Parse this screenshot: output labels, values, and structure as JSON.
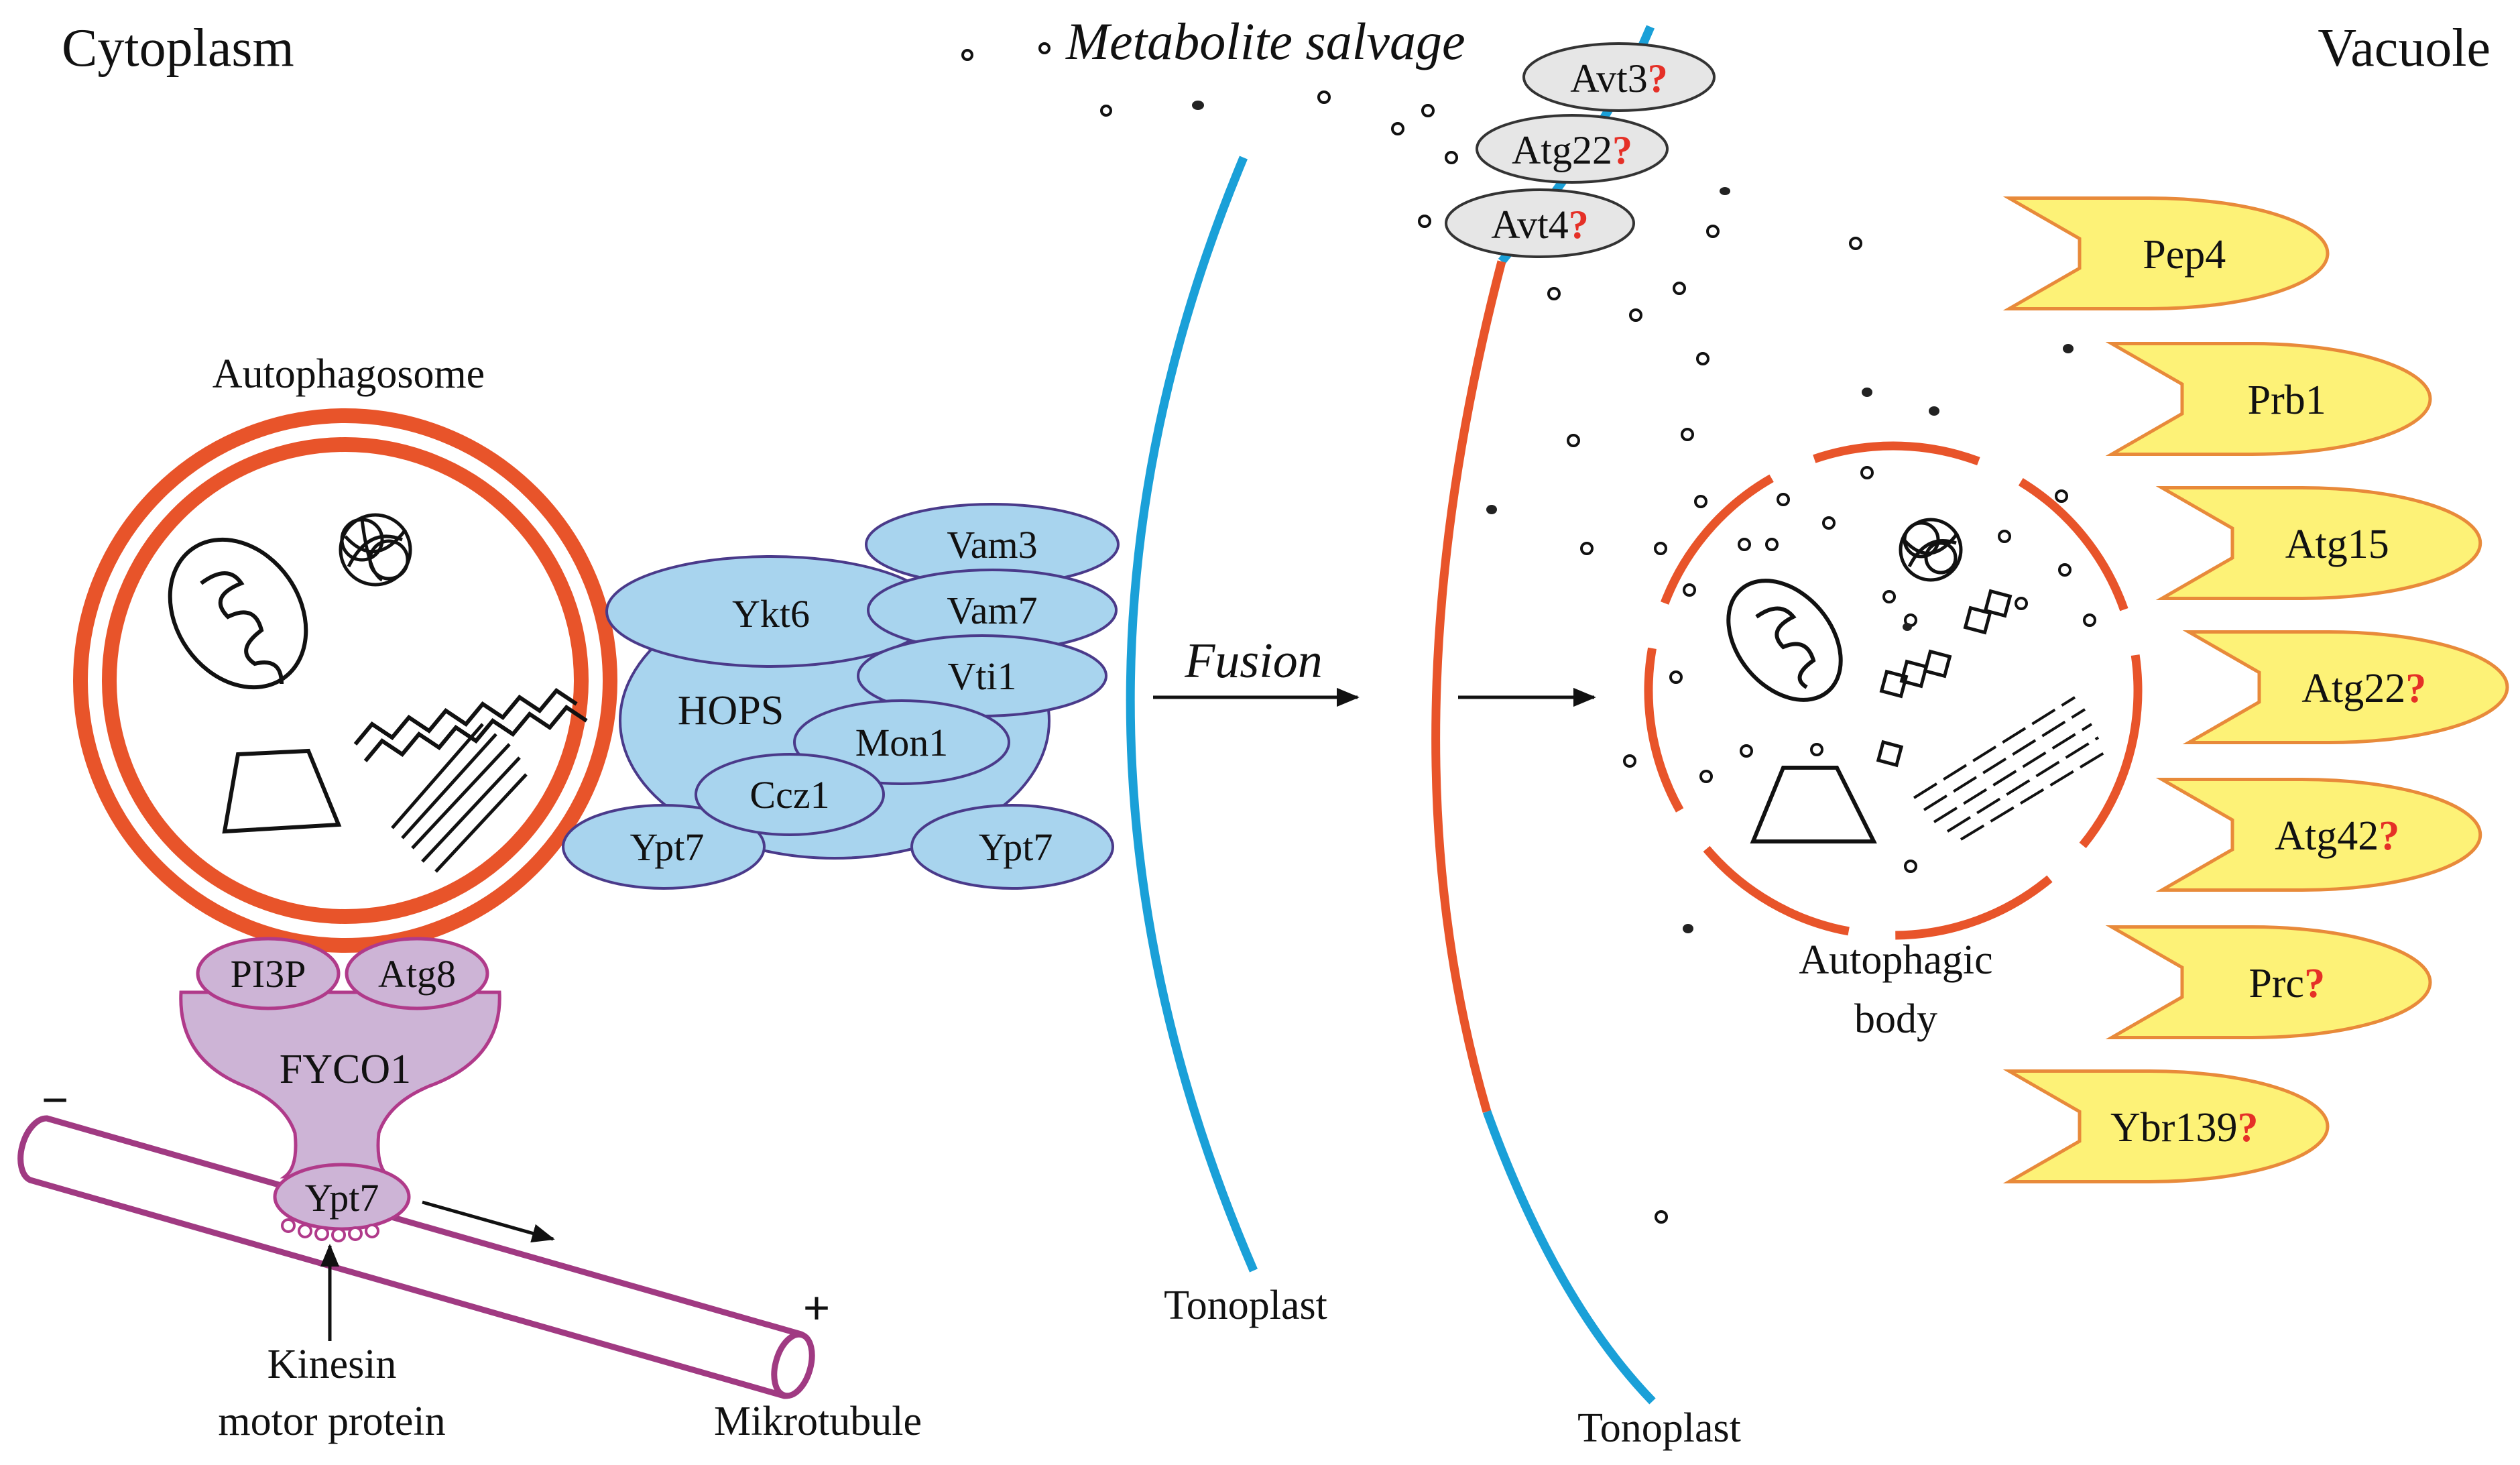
{
  "regions": {
    "left": "Cytoplasm",
    "right": "Vacuole"
  },
  "labels": {
    "autophagosome": "Autophagosome",
    "metabolite_salvage": "Metabolite salvage",
    "fusion": "Fusion",
    "tonoplast_left": "Tonoplast",
    "tonoplast_right": "Tonoplast",
    "autophagic_body_1": "Autophagic",
    "autophagic_body_2": "body",
    "kinesin_1": "Kinesin",
    "kinesin_2": "motor protein",
    "microtubule": "Mikrotubule",
    "minus": "−",
    "plus": "+",
    "question": "?"
  },
  "motor_complex": {
    "pi3p": "PI3P",
    "atg8": "Atg8",
    "fyco1": "FYCO1",
    "ypt7": "Ypt7"
  },
  "fusion_machinery": {
    "vam3": "Vam3",
    "ykt6": "Ykt6",
    "vam7": "Vam7",
    "vti1": "Vti1",
    "hops": "HOPS",
    "mon1": "Mon1",
    "ccz1": "Ccz1",
    "ypt7_left": "Ypt7",
    "ypt7_right": "Ypt7"
  },
  "transporters": [
    {
      "name": "Avt3",
      "uncertain": true
    },
    {
      "name": "Atg22",
      "uncertain": true
    },
    {
      "name": "Avt4",
      "uncertain": true
    }
  ],
  "hydrolases": [
    {
      "name": "Pep4",
      "uncertain": false
    },
    {
      "name": "Prb1",
      "uncertain": false
    },
    {
      "name": "Atg15",
      "uncertain": false
    },
    {
      "name": "Atg22",
      "uncertain": true
    },
    {
      "name": "Atg42",
      "uncertain": true
    },
    {
      "name": "Prc",
      "uncertain": true
    },
    {
      "name": "Ybr139",
      "uncertain": true
    }
  ],
  "colors": {
    "membrane_orange": "#e8542a",
    "tonoplast_blue": "#1aa0d8",
    "snare_fill": "#a8d4ee",
    "snare_stroke": "#4a3a8a",
    "motor_fill": "#cdb4d6",
    "motor_stroke": "#b03a8a",
    "microtubule": "#a03a82",
    "enzyme_fill": "#fdf277",
    "enzyme_stroke": "#e88a3a",
    "transporter_fill": "#e6e6e6",
    "question": "#e53027"
  }
}
